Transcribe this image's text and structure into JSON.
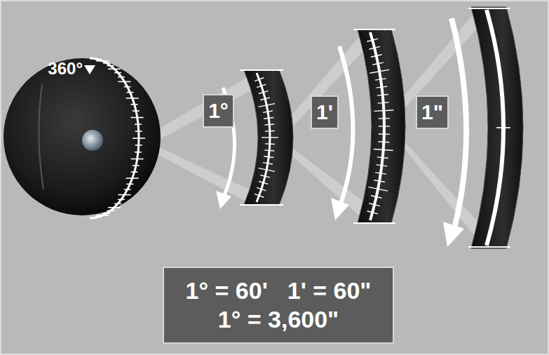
{
  "diagram": {
    "nodes": [
      {
        "text": [
          "1°"
        ]
      },
      {
        "text": [
          "1'"
        ]
      },
      {
        "text": [
          "1\""
        ]
      },
      {
        "text": [
          "1° = 60'",
          "1' = 60\"",
          "1° = 3,600\""
        ]
      }
    ],
    "labels": [
      "360°"
    ]
  }
}
